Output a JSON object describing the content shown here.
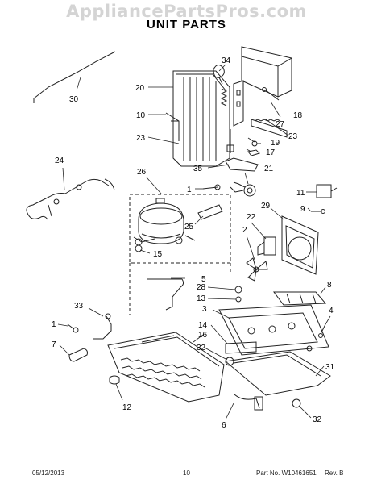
{
  "watermark": "AppliancePartsPros.com",
  "title": "UNIT PARTS",
  "callouts": {
    "c1a": "1",
    "c1b": "1",
    "c2": "2",
    "c3": "3",
    "c4": "4",
    "c5": "5",
    "c6": "6",
    "c7": "7",
    "c8": "8",
    "c9": "9",
    "c10": "10",
    "c11": "11",
    "c12": "12",
    "c13": "13",
    "c14": "14",
    "c15": "15",
    "c16": "16",
    "c17": "17",
    "c18": "18",
    "c19": "19",
    "c20": "20",
    "c21": "21",
    "c22": "22",
    "c23a": "23",
    "c23b": "23",
    "c24": "24",
    "c25": "25",
    "c26": "26",
    "c27": "27",
    "c28": "28",
    "c29": "29",
    "c30": "30",
    "c31": "31",
    "c32a": "32",
    "c32b": "32",
    "c33": "33",
    "c34": "34",
    "c35": "35"
  },
  "footer": {
    "date": "05/12/2013",
    "page": "10",
    "part_no_label": "Part No.",
    "part_no": "W10461651",
    "rev_label": "Rev.",
    "rev": "B"
  }
}
